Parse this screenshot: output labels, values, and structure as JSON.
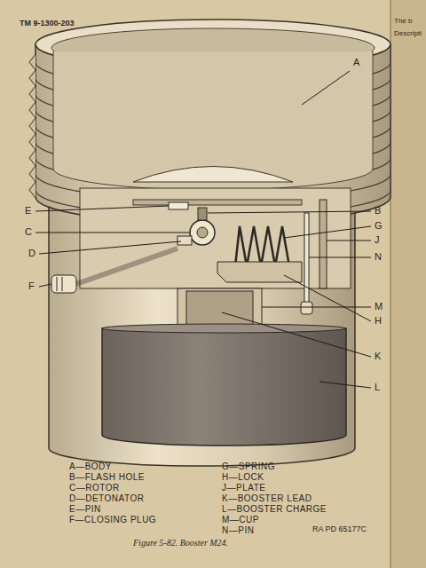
{
  "diagram": {
    "caption": "Figure 5-82. Booster M24.",
    "labels": [
      "TM 9-1300-203",
      "A",
      "B",
      "C",
      "D",
      "E",
      "F",
      "G",
      "H",
      "J",
      "K",
      "L",
      "M",
      "N",
      "A—BODY",
      "B—FLASH HOLE",
      "C—ROTOR",
      "D—DETONATOR",
      "E—PIN",
      "F—CLOSING PLUG",
      "G—SPRING",
      "H—LOCK",
      "J—PLATE",
      "K—BOOSTER LEAD",
      "L—BOOSTER CHARGE",
      "M—CUP",
      "N—PIN",
      "RA PD 65177C",
      "The b",
      "Descripti"
    ]
  }
}
